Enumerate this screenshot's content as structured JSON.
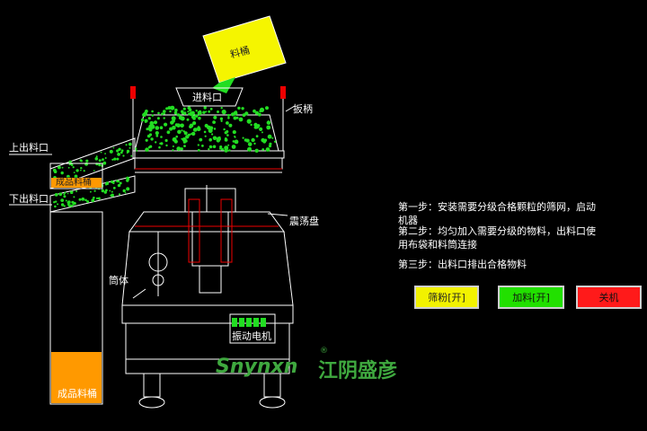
{
  "labels": {
    "hopper": "料桶",
    "inlet": "进料口",
    "handle": "扳柄",
    "upper_outlet": "上出料口",
    "lower_outlet": "下出料口",
    "product_bucket_small": "成品料桶",
    "vibration_disc": "震荡盘",
    "barrel_body": "筒体",
    "vibration_motor": "振动电机",
    "product_bucket_large": "成品料桶"
  },
  "steps": [
    "第一步：安装需要分级合格颗粒的筛网，启动机器",
    "第二步：均匀加入需要分级的物料，出料口使用布袋和料筒连接",
    "第三步：出料口排出合格物料"
  ],
  "buttons": {
    "screen": "筛粉[开]",
    "feed": "加料[开]",
    "stop": "关机"
  },
  "brand": {
    "latin": "Snynxn",
    "chinese": "江阴盛彦",
    "mark": "®"
  },
  "colors": {
    "background": "#000000",
    "line": "#ffffff",
    "granules": "#22dd22",
    "hopper_fill": "#f5f500",
    "bucket_fill": "#ff9900",
    "button_screen": "#f2f200",
    "button_feed": "#22e000",
    "button_stop": "#ff1a1a",
    "brand": "#3fa83f"
  }
}
